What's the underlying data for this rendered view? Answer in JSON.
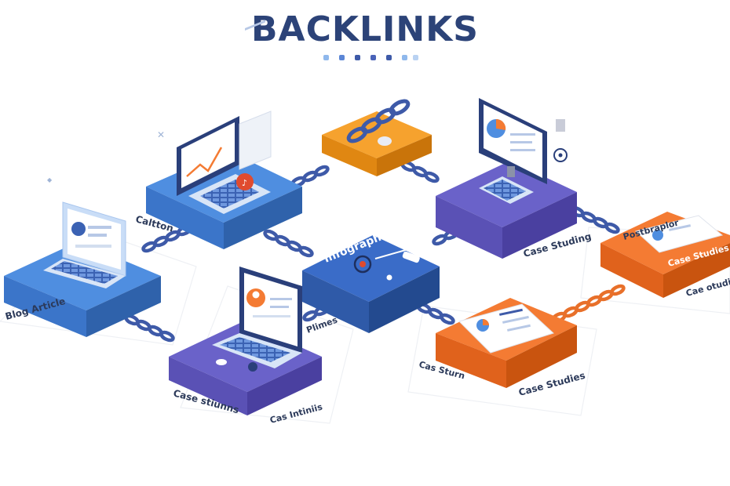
{
  "header": {
    "title": "BACKLINKS"
  },
  "colors": {
    "title": "#2c4378",
    "blue_top": "#4f8ee0",
    "blue_side": "#3569b8",
    "indigo_top": "#6a62c9",
    "indigo_side": "#4a40a0",
    "orange_top": "#f47b33",
    "orange_side": "#d25a1a",
    "amber_top": "#f6a22e",
    "chain_blue": "#3e5aa8",
    "chain_orange": "#e8702a"
  },
  "nodes": {
    "blog_article": {
      "label": "Blog Article"
    },
    "caption": {
      "label": "Caltton"
    },
    "infographics": {
      "label": "Infographics"
    },
    "case_studies_bottom_left": {
      "label": "Case stiunns",
      "sublabel": "Cas Intiniis",
      "side_label": "Plimes"
    },
    "case_studies_top_right": {
      "label": "Case Studing"
    },
    "case_studies_right": {
      "title": "Postbraplor",
      "panel": "Case Studies",
      "label": "Cae otudie"
    },
    "case_studies_bottom_right": {
      "label": "Case Studies",
      "sublabel": "Cas Sturn"
    }
  }
}
